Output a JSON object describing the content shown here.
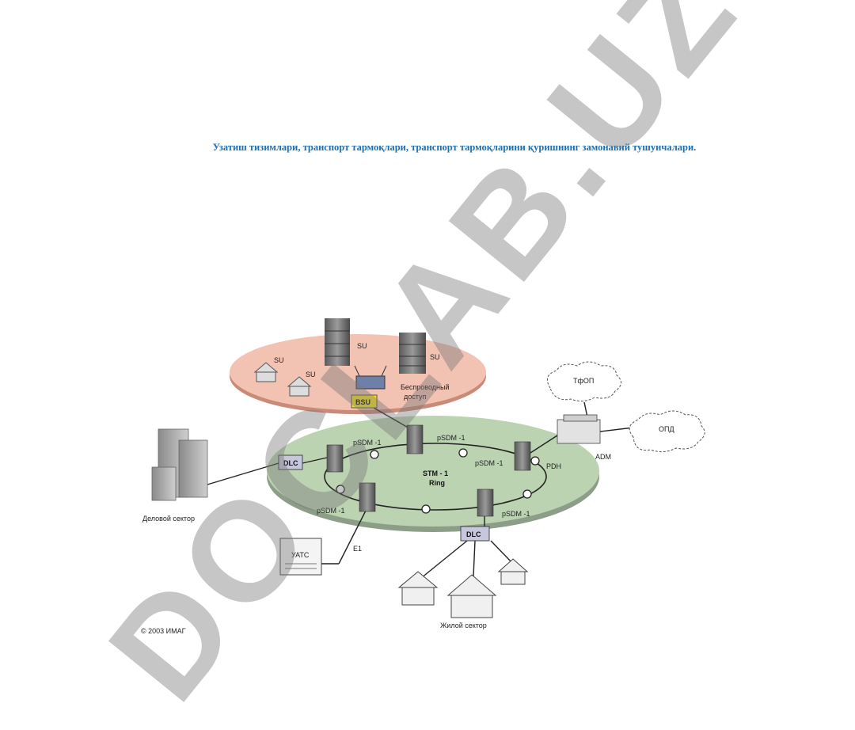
{
  "document": {
    "title": "Узатиш тизимлари, транспорт тармоқлари, транспорт тармоқларини қуришнинг замонавий тушунчалари."
  },
  "diagram": {
    "labels": {
      "su_top": "SU",
      "su_left": "SU",
      "su_center": "SU",
      "su_right": "SU",
      "wireless": "Беспроводный",
      "wireless2": "доступ",
      "bsu": "BSU",
      "tfop": "ТфОП",
      "opd": "ОПД",
      "adm": "ADM",
      "pdh": "PDH",
      "psdm_top_left": "pSDM -1",
      "psdm_top_right": "pSDM -1",
      "psdm_mid_right": "pSDM -1",
      "psdm_bottom_left": "pSDM -1",
      "psdm_bottom_right": "pSDM -1",
      "stm": "STM - 1",
      "ring": "Ring",
      "dlc_left": "DLC",
      "dlc_bottom": "DLC",
      "business": "Деловой сектор",
      "uatc": "УАТС",
      "e1": "E1",
      "residential": "Жилой сектор",
      "copyright": "© 2003 ИМАГ"
    }
  },
  "watermark": {
    "text": "DOCLAB.UZ"
  }
}
